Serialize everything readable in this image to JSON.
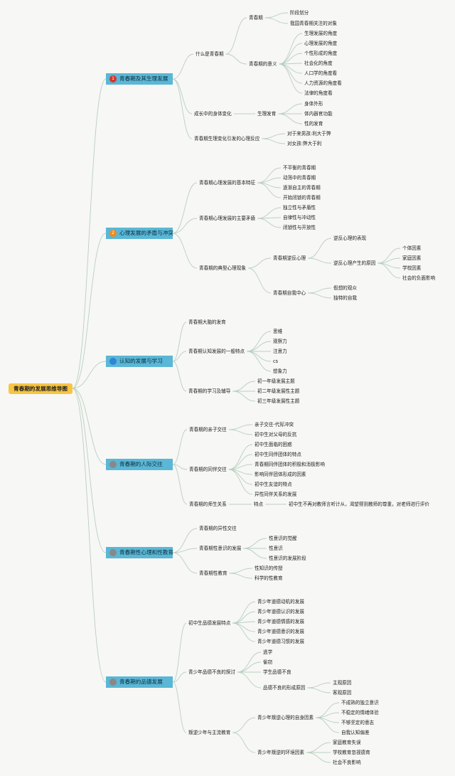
{
  "root": "青春期的发展思维导图",
  "colors": {
    "root": "#f7c543",
    "branch": "#5ab7d6",
    "line": "#b8d0c0"
  },
  "branches": [
    {
      "label": "青春期及其生理发展",
      "badge": "1",
      "badge_color": "#d9342b",
      "badge_icon": "priority-1-icon"
    },
    {
      "label": "心理发展的矛盾与冲突",
      "badge": "2",
      "badge_color": "#ef8a1f",
      "badge_icon": "priority-2-icon"
    },
    {
      "label": "认知的发展与学习",
      "badge": "",
      "badge_color": "#2f86d4",
      "badge_icon": "blue-dot-icon"
    },
    {
      "label": "青春期的人际交往",
      "badge": "",
      "badge_color": "#888888",
      "badge_icon": "grey-dot-icon"
    },
    {
      "label": "青春期性心理和性教育",
      "badge": "",
      "badge_color": "#888888",
      "badge_icon": "grey-dot-icon"
    },
    {
      "label": "青春期的品德发展",
      "badge": "",
      "badge_color": "#888888",
      "badge_icon": "grey-dot-icon"
    }
  ],
  "nodes": [
    "什么是青春期",
    "青春期",
    "阶段划分",
    "我国青春期关注的对象",
    "青春期的意义",
    "生理发展的角度",
    "心理发展的角度",
    "个性形成的角度",
    "社会化的角度",
    "人口学的角度看",
    "人力资源的角度看",
    "法律的角度看",
    "成长中的身体变化",
    "生理发育",
    "身体外形",
    "体内器官功能",
    "性的发育",
    "青春期生理变化引发的心理反应",
    "对于来男孩:利大于弊",
    "对女孩:弊大于利",
    "青春期心理发展的基本特征",
    "不平衡的青春期",
    "动荡中的青春期",
    "逐渐自主的青春期",
    "开始闭锁的青春期",
    "青春期心理发展的主要矛盾",
    "独立性与矛盾性",
    "自律性与冲动性",
    "闭锁性与开放性",
    "青春期的典型心理现象",
    "青春期逆反心理",
    "逆反心理的表现",
    "逆反心理产生的原因",
    "个体因素",
    "家庭因素",
    "学校因素",
    "社会的负面影响",
    "青春期自我中心",
    "假想的观众",
    "独特的自我",
    "青春期大脑的发育",
    "青春期认知发展的一般特点",
    "思维",
    "观察力",
    "注意力",
    "cs",
    "想象力",
    "青春期的学习及辅导",
    "初一年级发展主题",
    "初二年级发展性主题",
    "初三年级发展性主题",
    "青春期的亲子交往",
    "亲子交往-代际冲突",
    "初中生对父母的反抗",
    "青春期的同伴交往",
    "初中生面临的困惑",
    "初中生同伴团体的特点",
    "青春期同伴团体的积极和消极影响",
    "影响同伴团体形成的因素",
    "初中生友谊的特点",
    "异性同伴关系的发展",
    "青春期的师生关系",
    "特点",
    "初中生不再对教师言听计从，渴望得到教师的尊重，对老师进行评价",
    "青春期的异性交往",
    "青春期性意识的发展",
    "性意识的觉醒",
    "性意识",
    "性意识的发展阶段",
    "青春期性教育",
    "性知识的传授",
    "科学的性教育",
    "初中生品德发展特点",
    "青少年道德动机的发展",
    "青少年道德认识的发展",
    "青少年道德情感的发展",
    "青少年道德意识的发展",
    "青少年道德习惯的发展",
    "青少年品德不良的探讨",
    "逃学",
    "偷窃",
    "学生品德不良",
    "品德不良的形成原因",
    "主观原因",
    "客观原因",
    "叛逆少年与主流教育",
    "青少年叛逆心理的自身因素",
    "不成熟的独立意识",
    "不稳定的情绪体验",
    "不够坚定的意志",
    "自我认知偏差",
    "青少年叛逆的环境因素",
    "家庭教育失误",
    "学校教育忽视德育",
    "社会不良影响"
  ]
}
